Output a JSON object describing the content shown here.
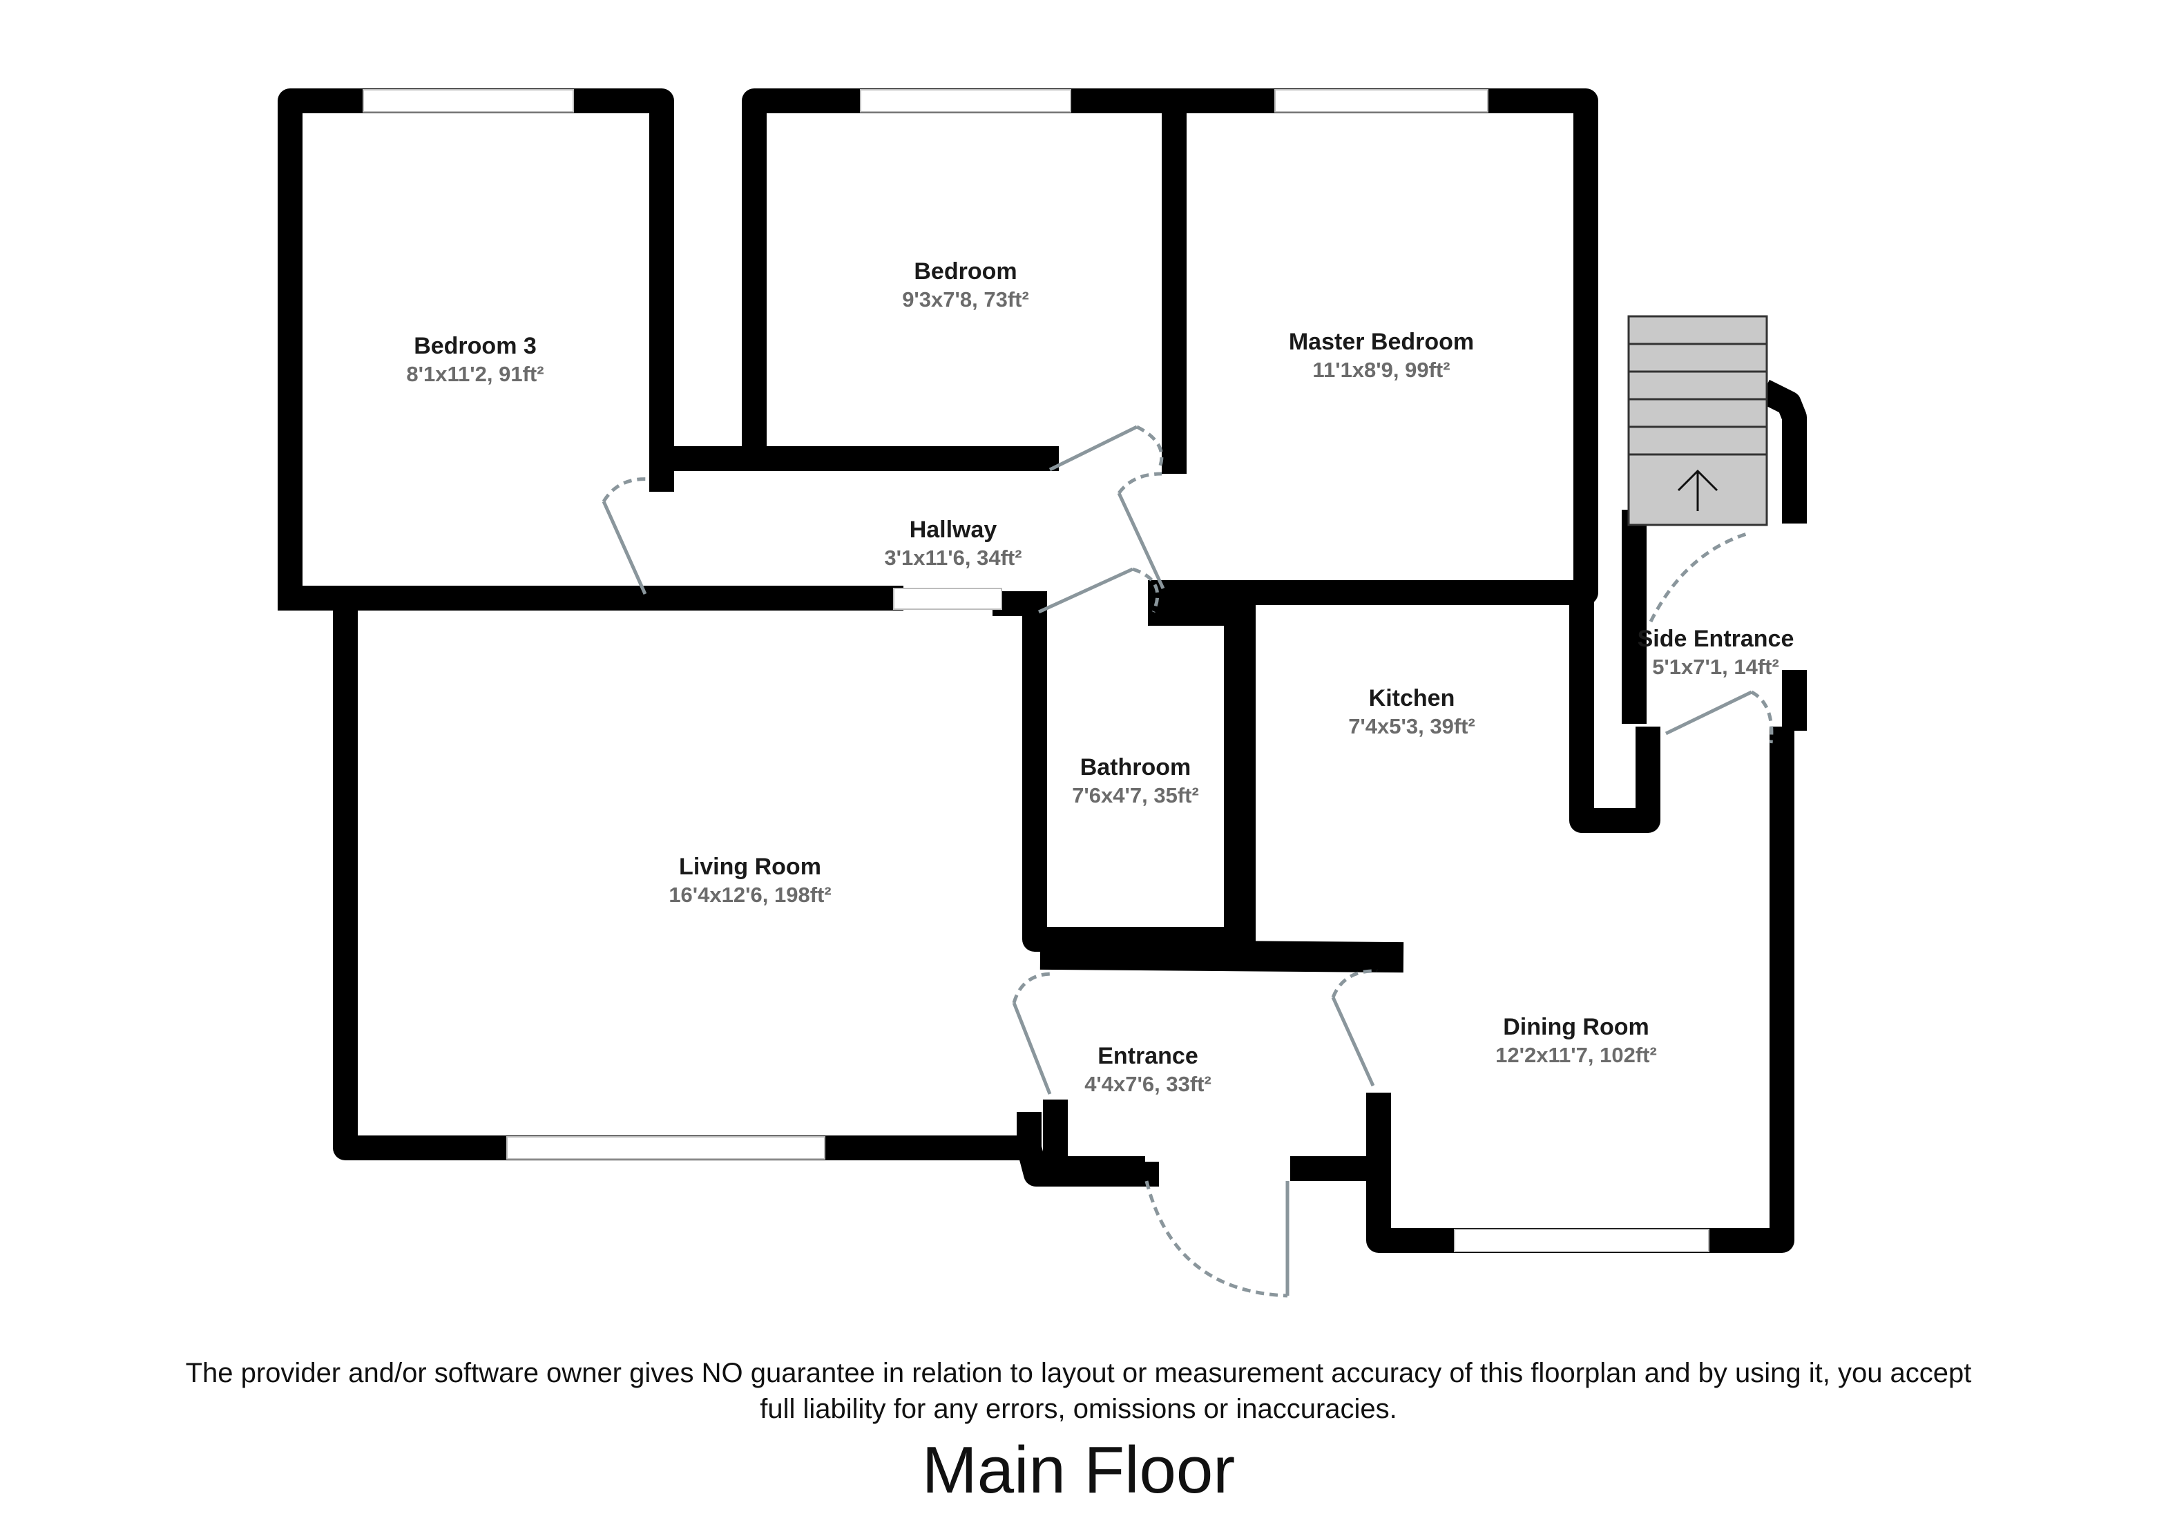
{
  "floor_title": "Main Floor",
  "disclaimer": {
    "line1": "The provider and/or software owner gives NO guarantee in relation to layout or measurement accuracy of this floorplan and by using it, you accept",
    "line2": "full liability for any errors, omissions or inaccuracies."
  },
  "rooms": {
    "bedroom3": {
      "name": "Bedroom 3",
      "size": "8'1x11'2, 91ft²"
    },
    "bedroom": {
      "name": "Bedroom",
      "size": "9'3x7'8, 73ft²"
    },
    "master_bedroom": {
      "name": "Master Bedroom",
      "size": "11'1x8'9, 99ft²"
    },
    "hallway": {
      "name": "Hallway",
      "size": "3'1x11'6, 34ft²"
    },
    "side_entrance": {
      "name": "Side Entrance",
      "size": "5'1x7'1, 14ft²"
    },
    "kitchen": {
      "name": "Kitchen",
      "size": "7'4x5'3, 39ft²"
    },
    "bathroom": {
      "name": "Bathroom",
      "size": "7'6x4'7, 35ft²"
    },
    "living_room": {
      "name": "Living Room",
      "size": "16'4x12'6, 198ft²"
    },
    "entrance": {
      "name": "Entrance",
      "size": "4'4x7'6, 33ft²"
    },
    "dining_room": {
      "name": "Dining Room",
      "size": "12'2x11'7, 102ft²"
    }
  },
  "colors": {
    "wall": "#000000",
    "door": "#8a969c",
    "stairs": "#c9c9c9",
    "window": "#ffffff"
  }
}
